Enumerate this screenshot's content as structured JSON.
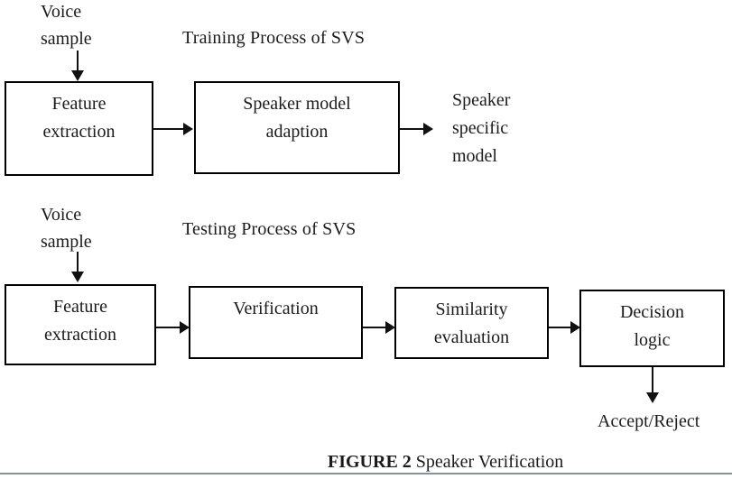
{
  "figure": {
    "training": {
      "title": "Training Process of SVS",
      "input": {
        "line1": "Voice",
        "line2": "sample"
      },
      "boxes": {
        "feature_extraction": {
          "line1": "Feature",
          "line2": "extraction"
        },
        "speaker_model_adaption": {
          "line1": "Speaker model",
          "line2": "adaption"
        }
      },
      "output": {
        "line1": "Speaker",
        "line2": "specific",
        "line3": "model"
      }
    },
    "testing": {
      "title": "Testing Process of SVS",
      "input": {
        "line1": "Voice",
        "line2": "sample"
      },
      "boxes": {
        "feature_extraction": {
          "line1": "Feature",
          "line2": "extraction"
        },
        "verification": {
          "line1": "Verification"
        },
        "similarity_evaluation": {
          "line1": "Similarity",
          "line2": "evaluation"
        },
        "decision_logic": {
          "line1": "Decision",
          "line2": "logic"
        }
      },
      "output": "Accept/Reject"
    },
    "caption": {
      "label": "FIGURE 2",
      "text": " Speaker Verification"
    },
    "colors": {
      "box_border": "#000000",
      "arrow": "#111111",
      "text": "#1b1b1b",
      "bottom_rule": "#8b9096",
      "background": "#ffffff"
    }
  }
}
